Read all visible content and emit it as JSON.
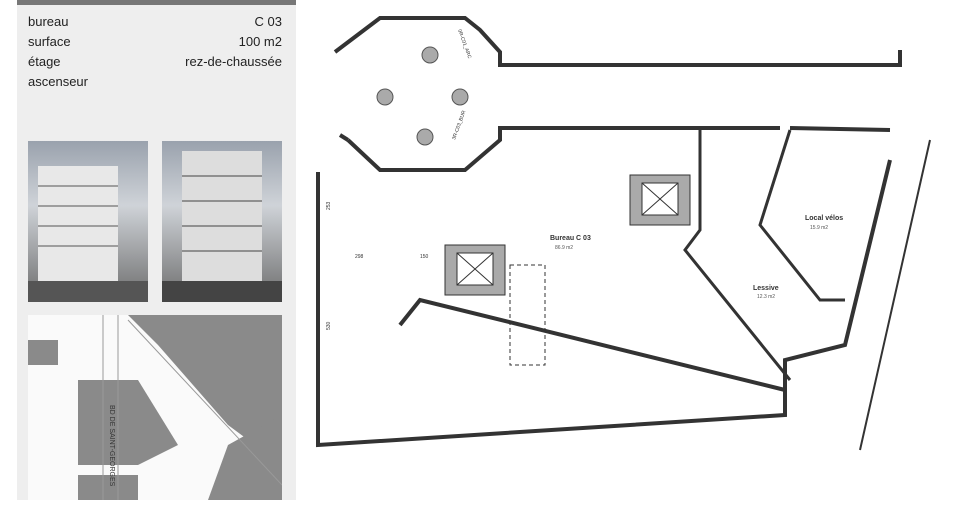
{
  "details": [
    {
      "label": "bureau",
      "value": "C 03"
    },
    {
      "label": "surface",
      "value": "100 m2"
    },
    {
      "label": "étage",
      "value": "rez-de-chaussée"
    },
    {
      "label": "ascenseur",
      "value": ""
    }
  ],
  "map": {
    "street": "BD DE SAINT-GEORGES"
  },
  "plan": {
    "main_room": "Bureau C 03",
    "main_area": "86.9 m2",
    "bike_room": "Local vélos",
    "bike_area": "15.9 m2",
    "laundry": "Lessive",
    "laundry_area": "12.3 m2",
    "tag1": "0R-C01_ARC",
    "tag2": "3R-C03_BUR",
    "dims": [
      "253",
      "298",
      "150",
      "530"
    ]
  }
}
